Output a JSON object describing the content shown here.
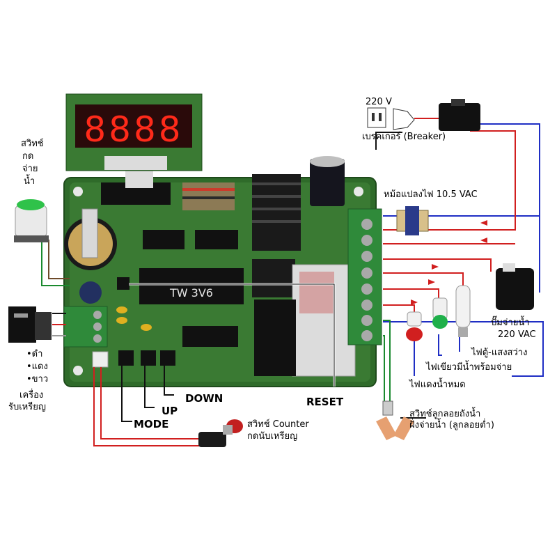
{
  "display": {
    "digits": "8888"
  },
  "board": {
    "chip_label": "TW 3V6"
  },
  "power": {
    "voltage_label": "220 V",
    "breaker_label": "เบรคเกอร์ (Breaker)",
    "transformer_label": "หม้อแปลงไฟ 10.5 VAC"
  },
  "outputs": {
    "pump_line1": "ปั๊มจ่ายน้ำ",
    "pump_line2": "220 VAC",
    "cabinet_light": "ไฟตู้-แสงสว่าง",
    "green_light": "ไฟเขียวมีน้ำพร้อมจ่าย",
    "red_light": "ไฟแดงน้ำหมด",
    "float_switch_line1": "สวิทช์ลูกลอยถังน้ำ",
    "float_switch_line2": "ฝั่งจ่ายน้ำ (ลูกลอยต่ำ)"
  },
  "inputs": {
    "dispense_switch": [
      "สวิทช์",
      "กด",
      "จ่าย",
      "น้ำ"
    ],
    "coin_colors": [
      "•ดำ",
      "•แดง",
      "•ขาว"
    ],
    "coin_machine": [
      "เครื่อง",
      "รับเหรียญ"
    ],
    "counter_switch_line1": "สวิทช์ Counter",
    "counter_switch_line2": "กดนับเหรียญ"
  },
  "buttons": {
    "reset": "RESET",
    "down": "DOWN",
    "up": "UP",
    "mode": "MODE"
  },
  "colors": {
    "board_green": "#2f6b2a",
    "wire_red": "#d11f1f",
    "wire_blue": "#1f2ec4",
    "wire_green": "#1a8a2e",
    "segment_red": "#ff2a1a"
  }
}
